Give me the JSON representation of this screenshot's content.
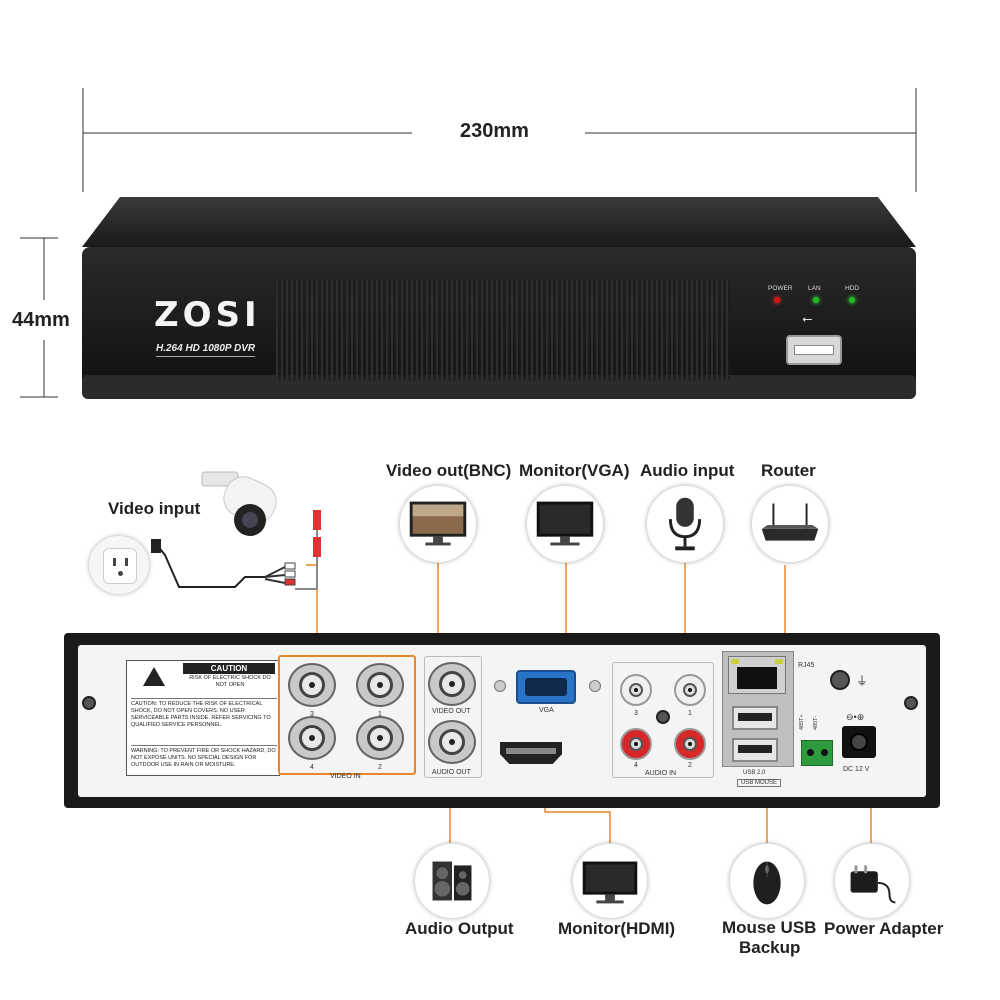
{
  "dimensions": {
    "width": "230mm",
    "height": "44mm"
  },
  "front": {
    "brand": "ZOSI",
    "subtitle": "H.264 HD 1080P DVR",
    "indicators": [
      "POWER",
      "LAN",
      "HDD"
    ]
  },
  "rear": {
    "caution_title": "CAUTION",
    "caution_sub": "RISK OF ELECTRIC SHOCK DO NOT OPEN",
    "caution_text": "CAUTION: TO REDUCE THE RISK OF ELECTRICAL SHOCK, DO NOT OPEN COVERS. NO USER SERVICEABLE PARTS INSIDE. REFER SERVICING TO QUALIFIED SERVICE PERSONNEL.",
    "warning_text": "WARNING: TO PREVENT FIRE OR SHOCK HAZARD, DO NOT EXPOSE UNITS. NO SPECIAL DESIGN FOR OUTDOOR USE IN RAIN OR MOISTURE.",
    "video_in_label": "VIDEO IN",
    "video_in_numbers": [
      "3",
      "1",
      "4",
      "2"
    ],
    "video_out_label": "VIDEO OUT",
    "audio_out_label": "AUDIO OUT",
    "vga_label": "VGA",
    "audio_in_label": "AUDIO IN",
    "audio_in_numbers": [
      "3",
      "1",
      "4",
      "2"
    ],
    "rj45_label": "RJ45",
    "usb_label_1": "USB 2.0",
    "usb_label_2": "USB MOUSE",
    "rs485_plus": "485T+",
    "rs485_minus": "485T-",
    "dc_label": "DC 12 V"
  },
  "connections": {
    "video_input": "Video input",
    "video_out_bnc": "Video out(BNC)",
    "monitor_vga": "Monitor(VGA)",
    "audio_input": "Audio input",
    "router": "Router",
    "audio_output": "Audio Output",
    "monitor_hdmi": "Monitor(HDMI)",
    "mouse_usb_backup_1": "Mouse USB",
    "mouse_usb_backup_2": "Backup",
    "power_adapter": "Power Adapter"
  },
  "colors": {
    "accent": "#e8862a",
    "device": "#1e1e1e",
    "panel": "#f2f2f2"
  }
}
